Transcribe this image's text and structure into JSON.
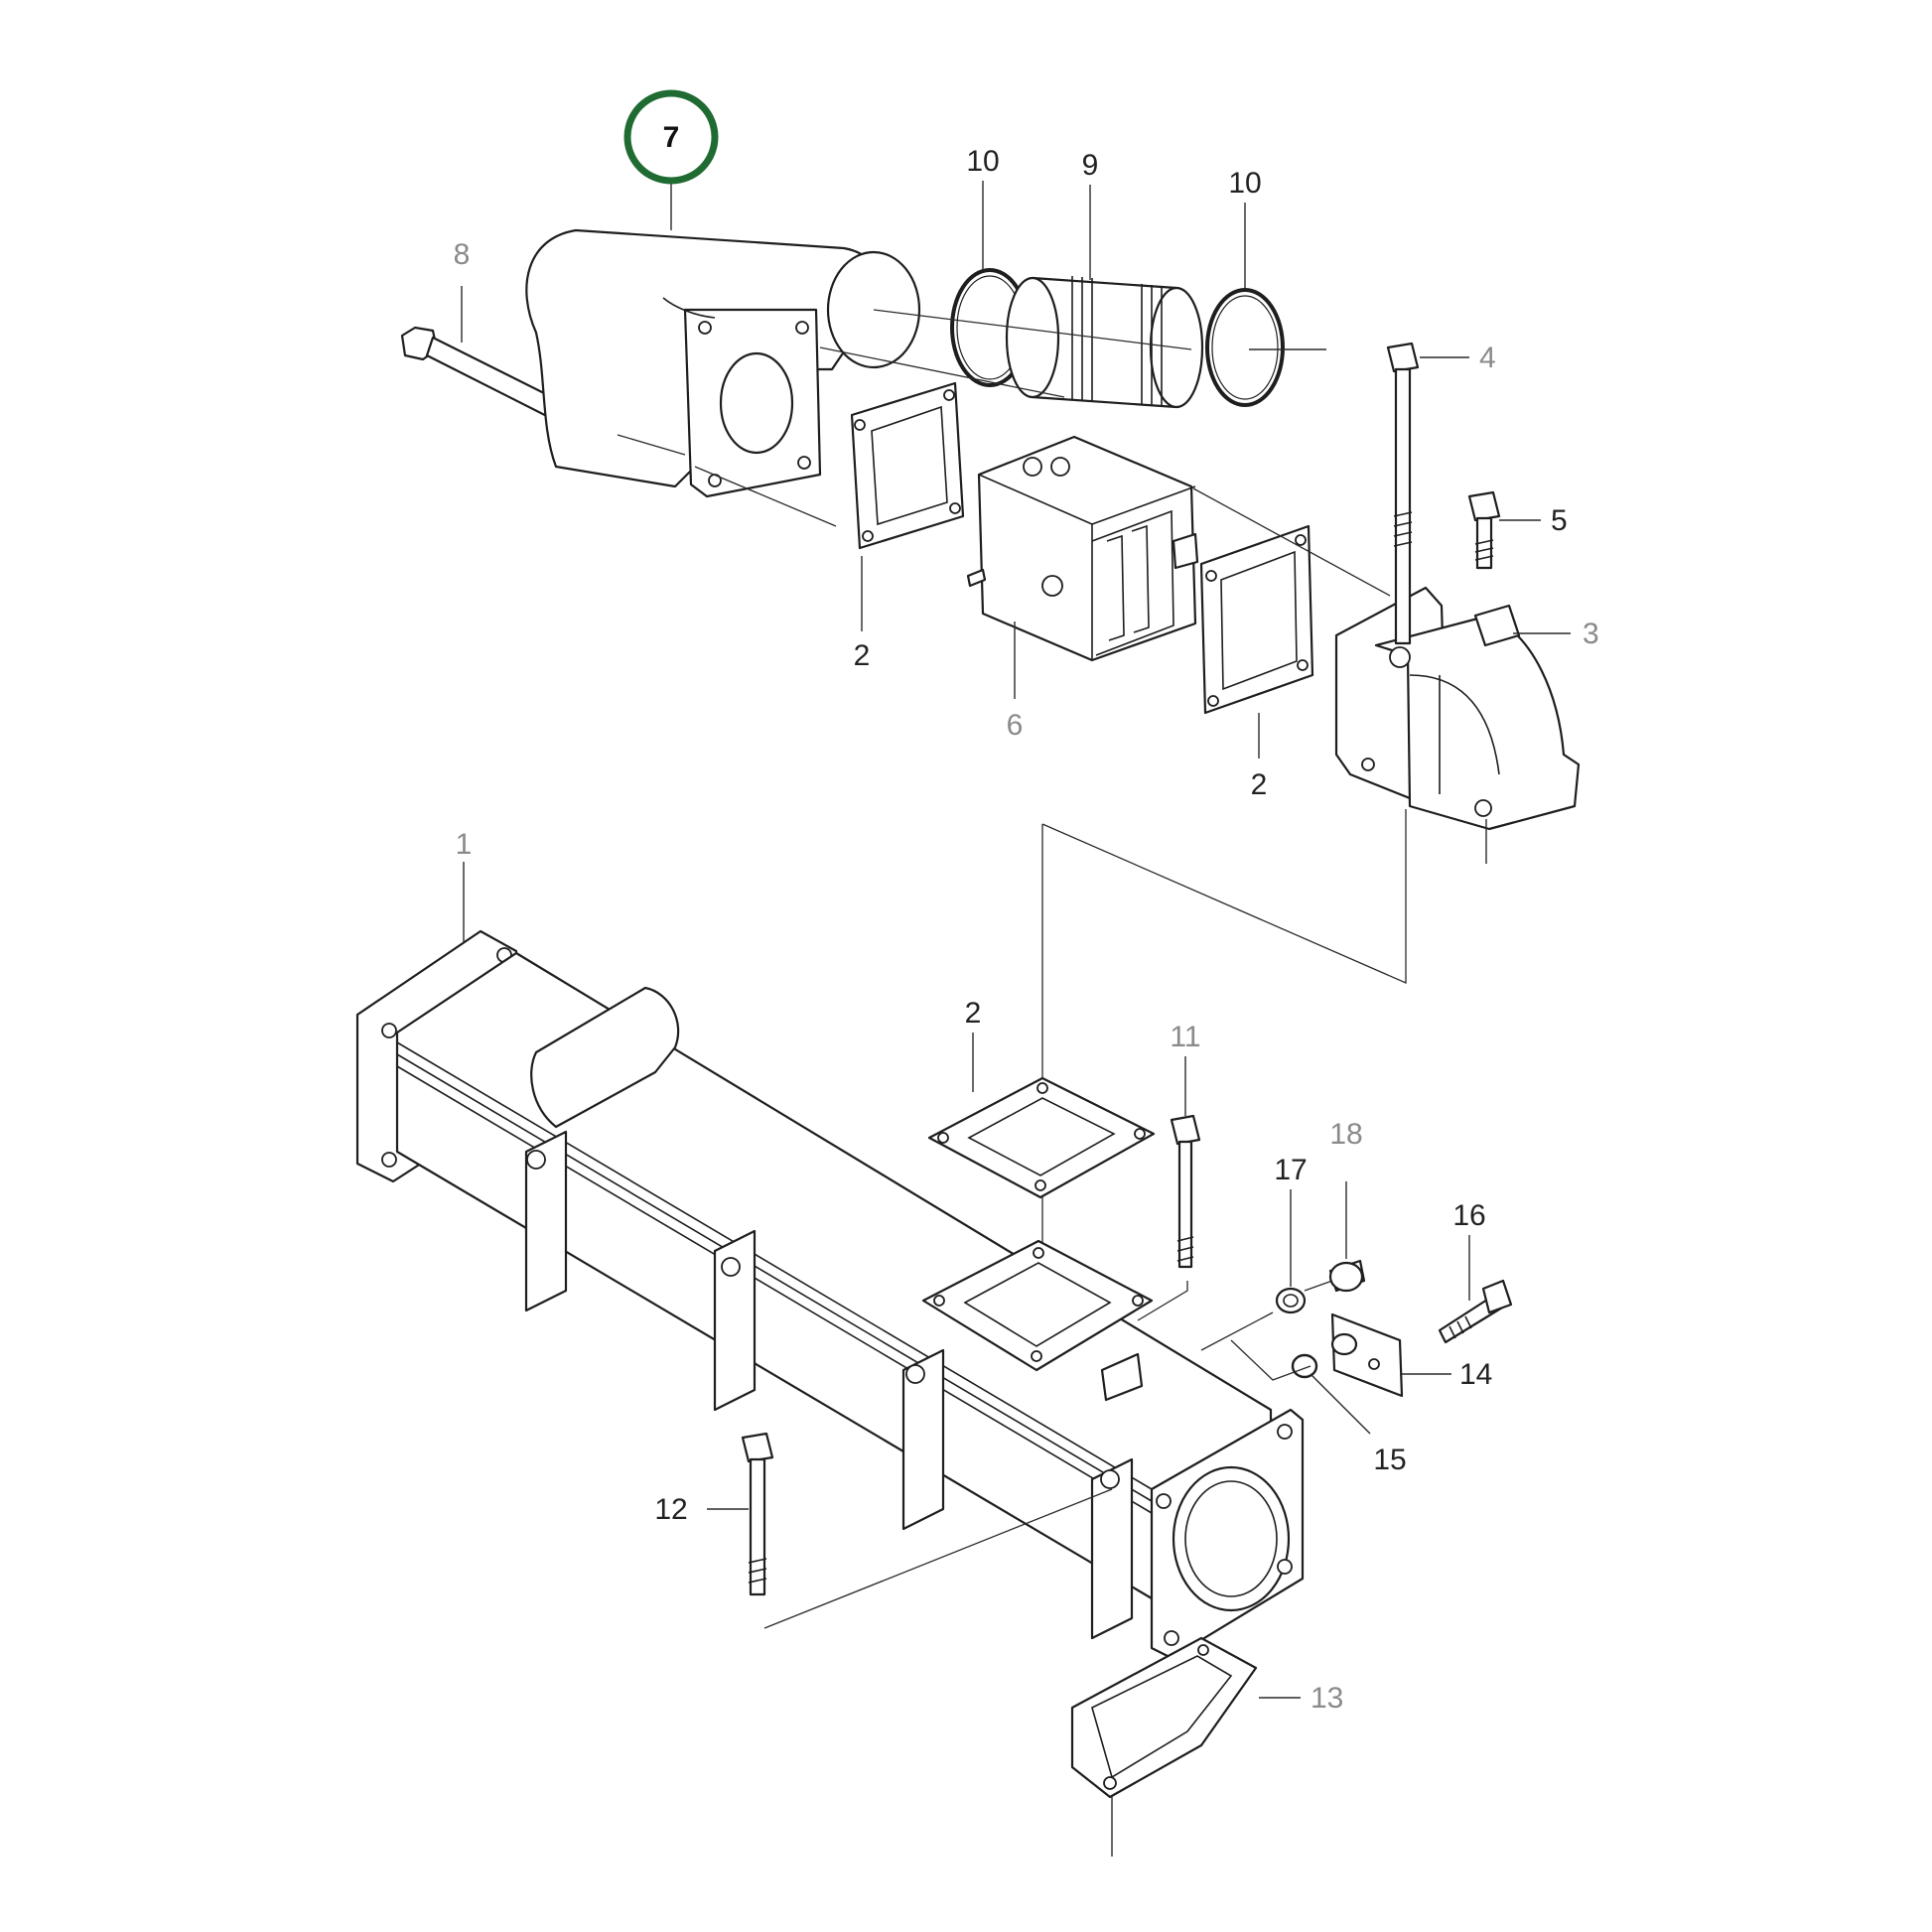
{
  "diagram": {
    "highlight_color": "#1f6b32",
    "highlighted_part": "7",
    "callouts": [
      {
        "id": "c1",
        "label": "1",
        "tone": "gray"
      },
      {
        "id": "c2a",
        "label": "2",
        "tone": "dark"
      },
      {
        "id": "c2b",
        "label": "2",
        "tone": "dark"
      },
      {
        "id": "c2c",
        "label": "2",
        "tone": "dark"
      },
      {
        "id": "c3",
        "label": "3",
        "tone": "gray"
      },
      {
        "id": "c4",
        "label": "4",
        "tone": "gray"
      },
      {
        "id": "c5",
        "label": "5",
        "tone": "dark"
      },
      {
        "id": "c6",
        "label": "6",
        "tone": "gray"
      },
      {
        "id": "c7",
        "label": "7",
        "tone": "highlight"
      },
      {
        "id": "c8",
        "label": "8",
        "tone": "gray"
      },
      {
        "id": "c9",
        "label": "9",
        "tone": "dark"
      },
      {
        "id": "c10a",
        "label": "10",
        "tone": "dark"
      },
      {
        "id": "c10b",
        "label": "10",
        "tone": "dark"
      },
      {
        "id": "c11",
        "label": "11",
        "tone": "gray"
      },
      {
        "id": "c12",
        "label": "12",
        "tone": "dark"
      },
      {
        "id": "c13",
        "label": "13",
        "tone": "gray"
      },
      {
        "id": "c14",
        "label": "14",
        "tone": "dark"
      },
      {
        "id": "c15",
        "label": "15",
        "tone": "dark"
      },
      {
        "id": "c16",
        "label": "16",
        "tone": "dark"
      },
      {
        "id": "c17",
        "label": "17",
        "tone": "dark"
      },
      {
        "id": "c18",
        "label": "18",
        "tone": "gray"
      }
    ]
  }
}
